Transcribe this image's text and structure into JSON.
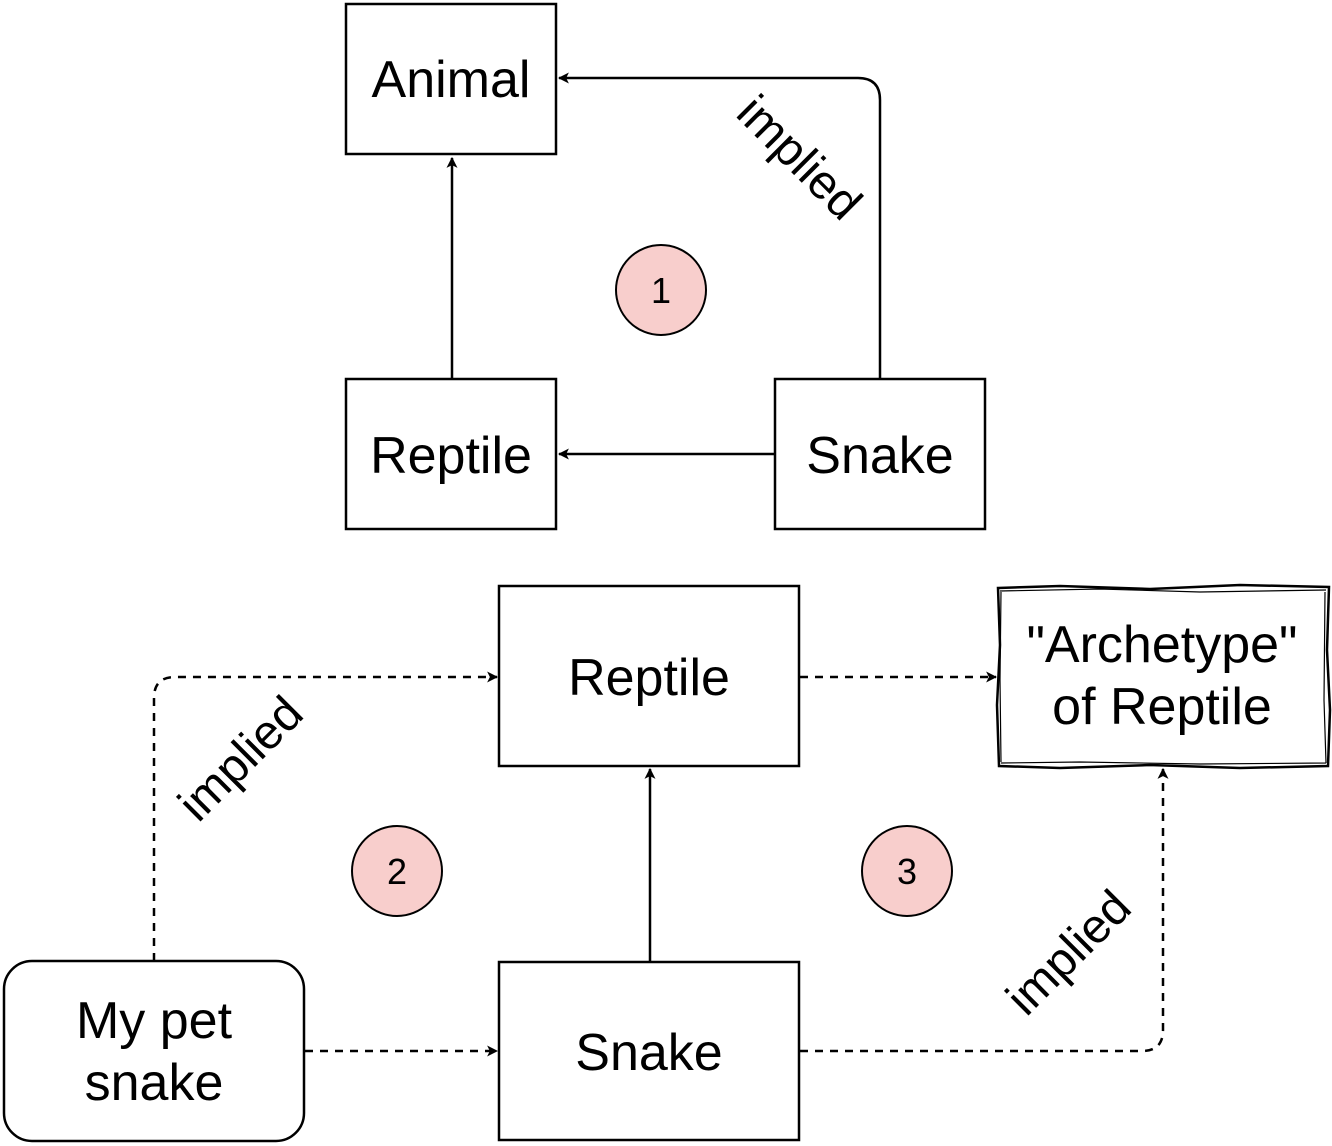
{
  "nodes": {
    "animal": "Animal",
    "reptile_top": "Reptile",
    "snake_top": "Snake",
    "reptile_bottom": "Reptile",
    "archetype_line1": "\"Archetype\"",
    "archetype_line2": "of Reptile",
    "my_pet_line1": "My pet",
    "my_pet_line2": "snake",
    "snake_bottom": "Snake"
  },
  "edge_labels": {
    "snake_animal": "implied",
    "pet_reptile": "implied",
    "snake_archetype": "implied"
  },
  "badges": {
    "one": "1",
    "two": "2",
    "three": "3"
  },
  "colors": {
    "badge_fill": "#f8cecc",
    "stroke": "#000000"
  }
}
